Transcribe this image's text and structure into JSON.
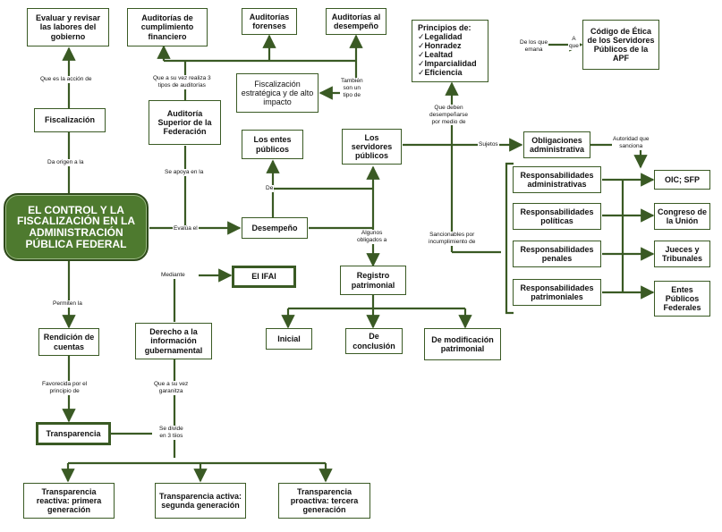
{
  "nodes": {
    "main": "EL CONTROL Y LA FISCALIZACIÓN EN LA ADMINISTRACIÓN PÚBLICA FEDERAL",
    "evaluar": "Evaluar y revisar las labores del gobierno",
    "fiscalizacion": "Fiscalización",
    "aud_cumpl": "Auditorías de cumplimiento financiero",
    "aud_forenses": "Auditorías forenses",
    "aud_desempeno": "Auditorías al desempeño",
    "asf": "Auditoría Superior de la Federación",
    "fisc_estrategica": "Fiscalización estratégica y de alto impacto",
    "principios": "Principios de:\n✓Legalidad\n✓Honradez\n✓Lealtad\n✓Imparcialidad\n✓Eficiencia",
    "codigo_etica": "Código de Ética de los Servidores Públicos de la APF",
    "entes_publicos": "Los entes públicos",
    "servidores": "Los servidores públicos",
    "obligaciones": "Obligaciones administrativa",
    "desempeno": "Desempeño",
    "resp_admin": "Responsabilidades administrativas",
    "resp_pol": "Responsabilidades políticas",
    "resp_pen": "Responsabilidades penales",
    "resp_patr": "Responsabilidades patrimoniales",
    "oic": "OIC; SFP",
    "congreso": "Congreso de la Unión",
    "jueces": "Jueces y Tribunales",
    "entes_federales": "Entes Públicos Federales",
    "ifai": "El IFAI",
    "registro": "Registro patrimonial",
    "inicial": "Inicial",
    "conclusion": "De conclusión",
    "modificacion": "De modificación patrimonial",
    "rendicion": "Rendición de cuentas",
    "derecho_info": "Derecho a la información gubernamental",
    "transparencia": "Transparencia",
    "t_reactiva": "Transparencia reactiva: primera generación",
    "t_activa": "Transparencia activa: segunda generación",
    "t_proactiva": "Transparencia proactiva: tercera generación"
  },
  "labels": {
    "que_es": "Que es la acción de",
    "da_origen": "Da origen a la",
    "que_a_su_vez": "Que a su vez realiza 3\ntipos de auditorías",
    "se_apoya": "Se apoya en la",
    "tambien": "También\nson un\ntipo de",
    "que_deben": "Que deben\ndesempeñarse\npor medio de",
    "de_los_que": "De los que\nemana",
    "cut_text": "A\nque",
    "sujetos": "Sujetos",
    "autoridad": "Autoridad que\nsanciona",
    "de": "De",
    "evalua": "Evalúa el",
    "algunos": "Algunos\nobligados a",
    "sancionables": "Sancionables por\nincumplimiento de",
    "mediante": "Mediante",
    "permiten": "Permiten la",
    "favorecida": "Favorecida por el\nprincipio de",
    "que_garantiza": "Que a su vez\ngaranitza",
    "se_divide": "Se divide\nen 3 tiios"
  }
}
